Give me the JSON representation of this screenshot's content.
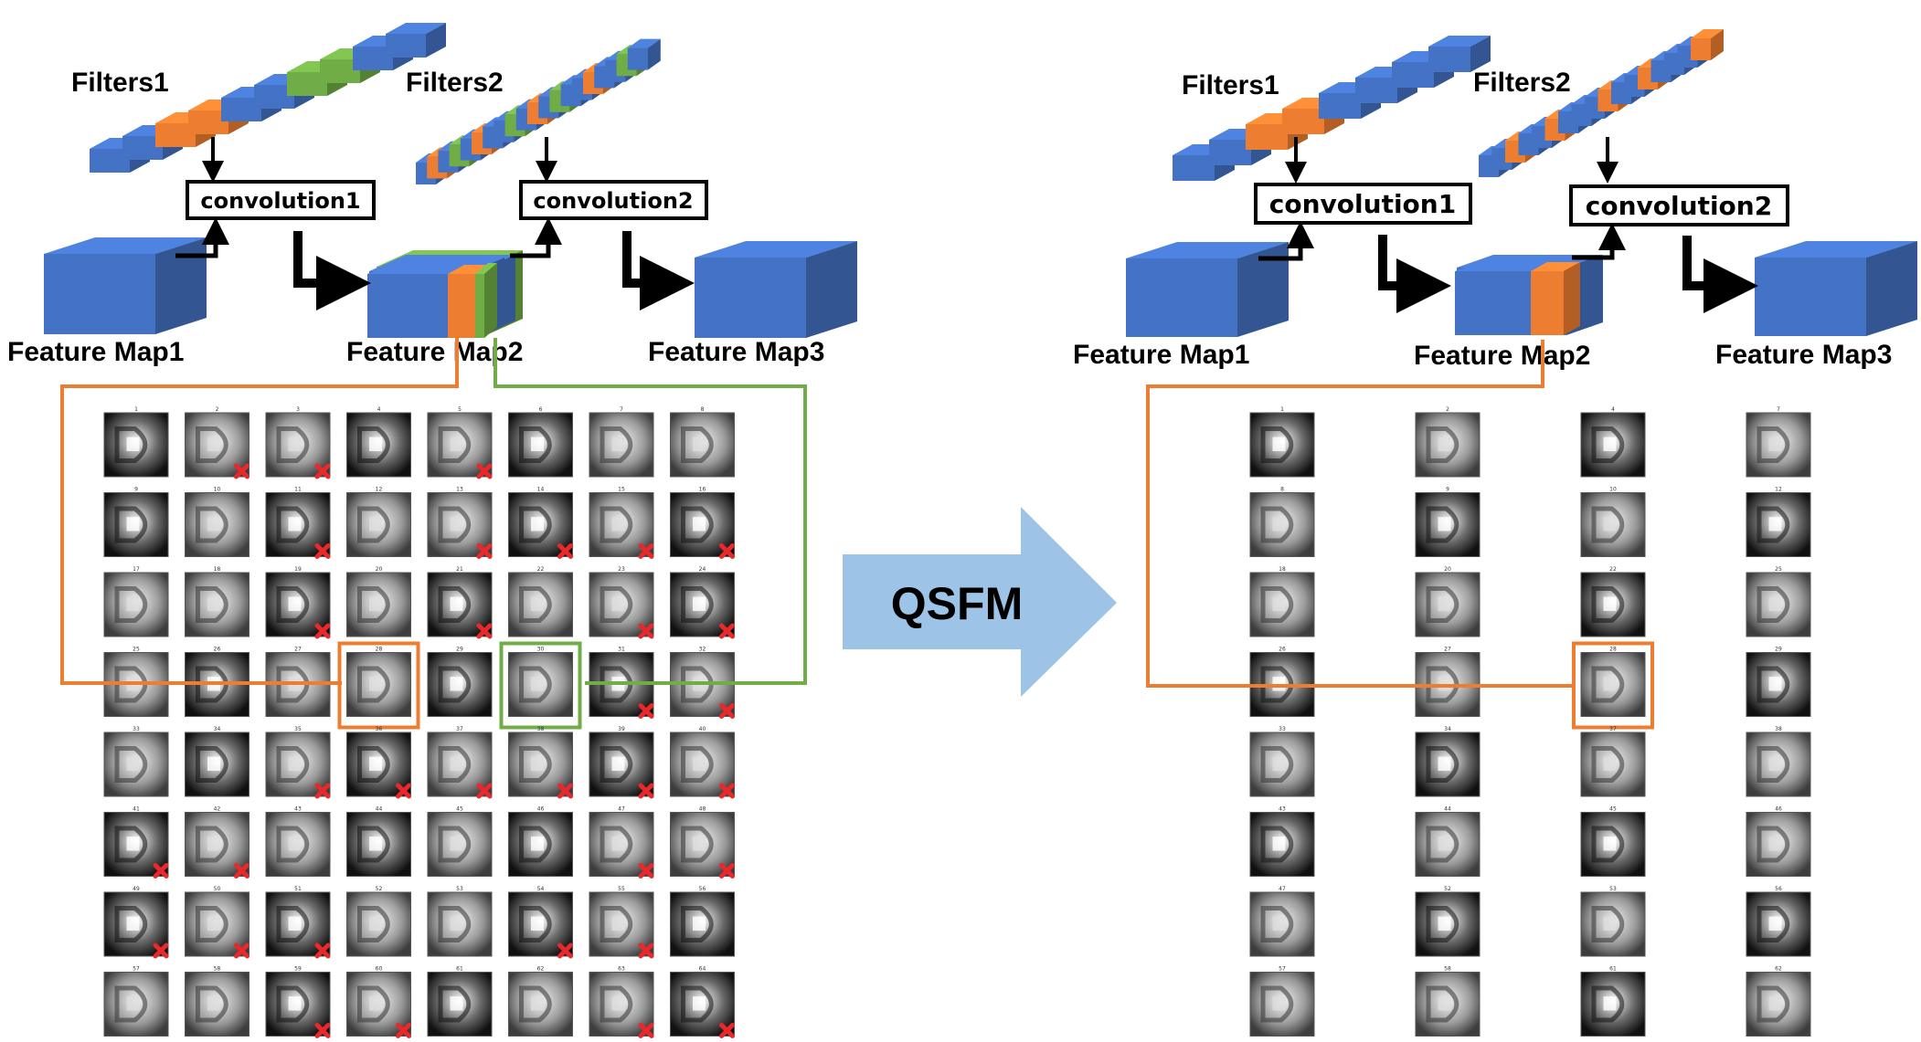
{
  "colors": {
    "blue": "#4472c4",
    "orange": "#ed7d31",
    "green": "#70ad47",
    "arrow_fill": "#9dc3e6",
    "removed_mark": "#e8282b"
  },
  "left": {
    "filters1_label": "Filters1",
    "filters2_label": "Filters2",
    "conv1_label": "convolution1",
    "conv2_label": "convolution2",
    "fm1_label": "Feature Map1",
    "fm2_label": "Feature Map2",
    "fm3_label": "Feature Map3",
    "grid": {
      "rows": 8,
      "cols": 8,
      "numbers": [
        "1",
        "2",
        "3",
        "4",
        "5",
        "6",
        "7",
        "8",
        "9",
        "10",
        "11",
        "12",
        "13",
        "14",
        "15",
        "16",
        "17",
        "18",
        "19",
        "20",
        "21",
        "22",
        "23",
        "24",
        "25",
        "26",
        "27",
        "28",
        "29",
        "30",
        "31",
        "32",
        "33",
        "34",
        "35",
        "36",
        "37",
        "38",
        "39",
        "40",
        "41",
        "42",
        "43",
        "44",
        "45",
        "46",
        "47",
        "48",
        "49",
        "50",
        "51",
        "52",
        "53",
        "54",
        "55",
        "56",
        "57",
        "58",
        "59",
        "60",
        "61",
        "62",
        "63",
        "64"
      ],
      "removed": [
        2,
        3,
        5,
        11,
        13,
        14,
        15,
        16,
        19,
        21,
        23,
        24,
        31,
        32,
        35,
        36,
        37,
        38,
        39,
        40,
        41,
        42,
        47,
        48,
        49,
        50,
        51,
        54,
        55,
        59,
        60,
        63,
        64
      ],
      "highlight_orange": 28,
      "highlight_green": 30
    }
  },
  "center_arrow_label": "QSFM",
  "right": {
    "filters1_label": "Filters1",
    "filters2_label": "Filters2",
    "conv1_label": "convolution1",
    "conv2_label": "convolution2",
    "fm1_label": "Feature Map1",
    "fm2_label": "Feature Map2",
    "fm3_label": "Feature Map3",
    "grid": {
      "rows": 8,
      "cols": 4,
      "numbers": [
        "1",
        "2",
        "4",
        "7",
        "8",
        "9",
        "10",
        "12",
        "18",
        "20",
        "22",
        "25",
        "26",
        "27",
        "28",
        "29",
        "33",
        "34",
        "37",
        "38",
        "43",
        "44",
        "45",
        "46",
        "47",
        "52",
        "53",
        "56",
        "57",
        "58",
        "61",
        "62"
      ],
      "highlight_orange": 15
    }
  }
}
